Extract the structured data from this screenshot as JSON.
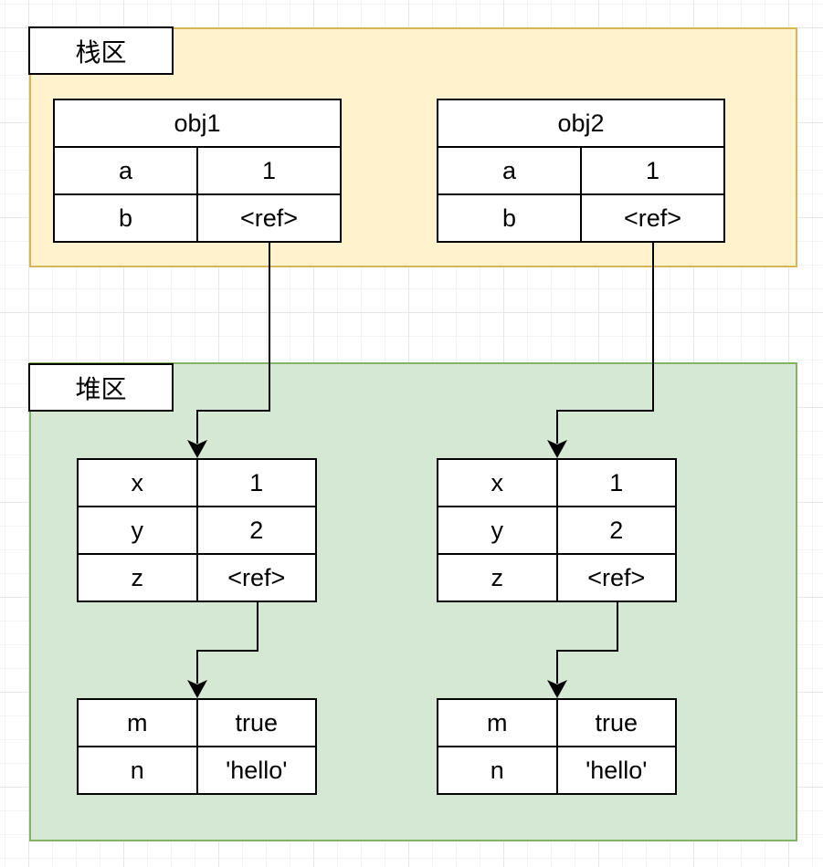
{
  "stack": {
    "label": "栈区",
    "objects": [
      {
        "name": "obj1",
        "rows": [
          {
            "key": "a",
            "value": "1"
          },
          {
            "key": "b",
            "value": "<ref>"
          }
        ]
      },
      {
        "name": "obj2",
        "rows": [
          {
            "key": "a",
            "value": "1"
          },
          {
            "key": "b",
            "value": "<ref>"
          }
        ]
      }
    ]
  },
  "heap": {
    "label": "堆区",
    "objects": [
      {
        "rows": [
          {
            "key": "x",
            "value": "1"
          },
          {
            "key": "y",
            "value": "2"
          },
          {
            "key": "z",
            "value": "<ref>"
          }
        ]
      },
      {
        "rows": [
          {
            "key": "x",
            "value": "1"
          },
          {
            "key": "y",
            "value": "2"
          },
          {
            "key": "z",
            "value": "<ref>"
          }
        ]
      }
    ],
    "inner_objects": [
      {
        "rows": [
          {
            "key": "m",
            "value": "true"
          },
          {
            "key": "n",
            "value": "'hello'"
          }
        ]
      },
      {
        "rows": [
          {
            "key": "m",
            "value": "true"
          },
          {
            "key": "n",
            "value": "'hello'"
          }
        ]
      }
    ]
  },
  "colors": {
    "stack_fill": "#fff2cc",
    "stack_border": "#d6b656",
    "heap_fill": "#d5e8d4",
    "heap_border": "#82b366"
  }
}
